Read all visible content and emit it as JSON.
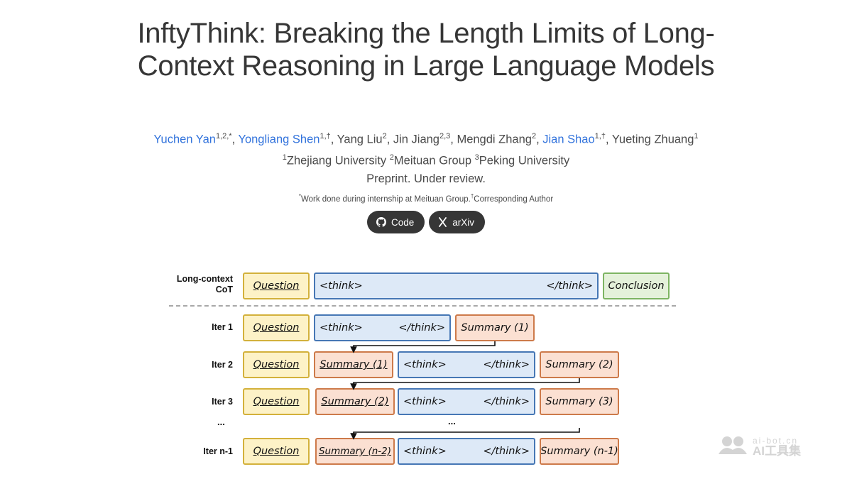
{
  "title": "InftyThink: Breaking the Length Limits of Long-Context Reasoning in Large Language Models",
  "authors": [
    {
      "name": "Yuchen Yan",
      "sup": "1,2,*",
      "link": true
    },
    {
      "name": "Yongliang Shen",
      "sup": "1,†",
      "link": true
    },
    {
      "name": "Yang Liu",
      "sup": "2",
      "link": false
    },
    {
      "name": "Jin Jiang",
      "sup": "2,3",
      "link": false
    },
    {
      "name": "Mengdi Zhang",
      "sup": "2",
      "link": false
    },
    {
      "name": "Jian Shao",
      "sup": "1,†",
      "link": true
    },
    {
      "name": "Yueting Zhuang",
      "sup": "1",
      "link": false
    }
  ],
  "affiliations": [
    {
      "sup": "1",
      "name": "Zhejiang University"
    },
    {
      "sup": "2",
      "name": "Meituan Group"
    },
    {
      "sup": "3",
      "name": "Peking University"
    }
  ],
  "status": "Preprint. Under review.",
  "note": {
    "sup1": "*",
    "text1": "Work done during internship at Meituan Group.",
    "sup2": "†",
    "text2": "Corresponding Author"
  },
  "links": {
    "code": "Code",
    "arxiv": "arXiv"
  },
  "figure": {
    "cot_label_1": "Long-context",
    "cot_label_2": "CoT",
    "question": "Question",
    "think_open": "<think>",
    "think_close": "</think>",
    "conclusion": "Conclusion",
    "rows": [
      "Iter 1",
      "Iter 2",
      "Iter 3",
      "...",
      "Iter n-1"
    ],
    "summaries": [
      "Summary (1)",
      "Summary (2)",
      "Summary (3)",
      "Summary (n-2)",
      "Summary (n-1)"
    ],
    "ellipsis_mid": "..."
  },
  "watermark": {
    "domain": "ai-bot.cn",
    "name": "AI工具集"
  },
  "colors": {
    "link": "#3273dc",
    "question": "#fdf2c7",
    "think": "#dde9f7",
    "summary": "#fbe0d2",
    "conclusion": "#e4f1da"
  }
}
